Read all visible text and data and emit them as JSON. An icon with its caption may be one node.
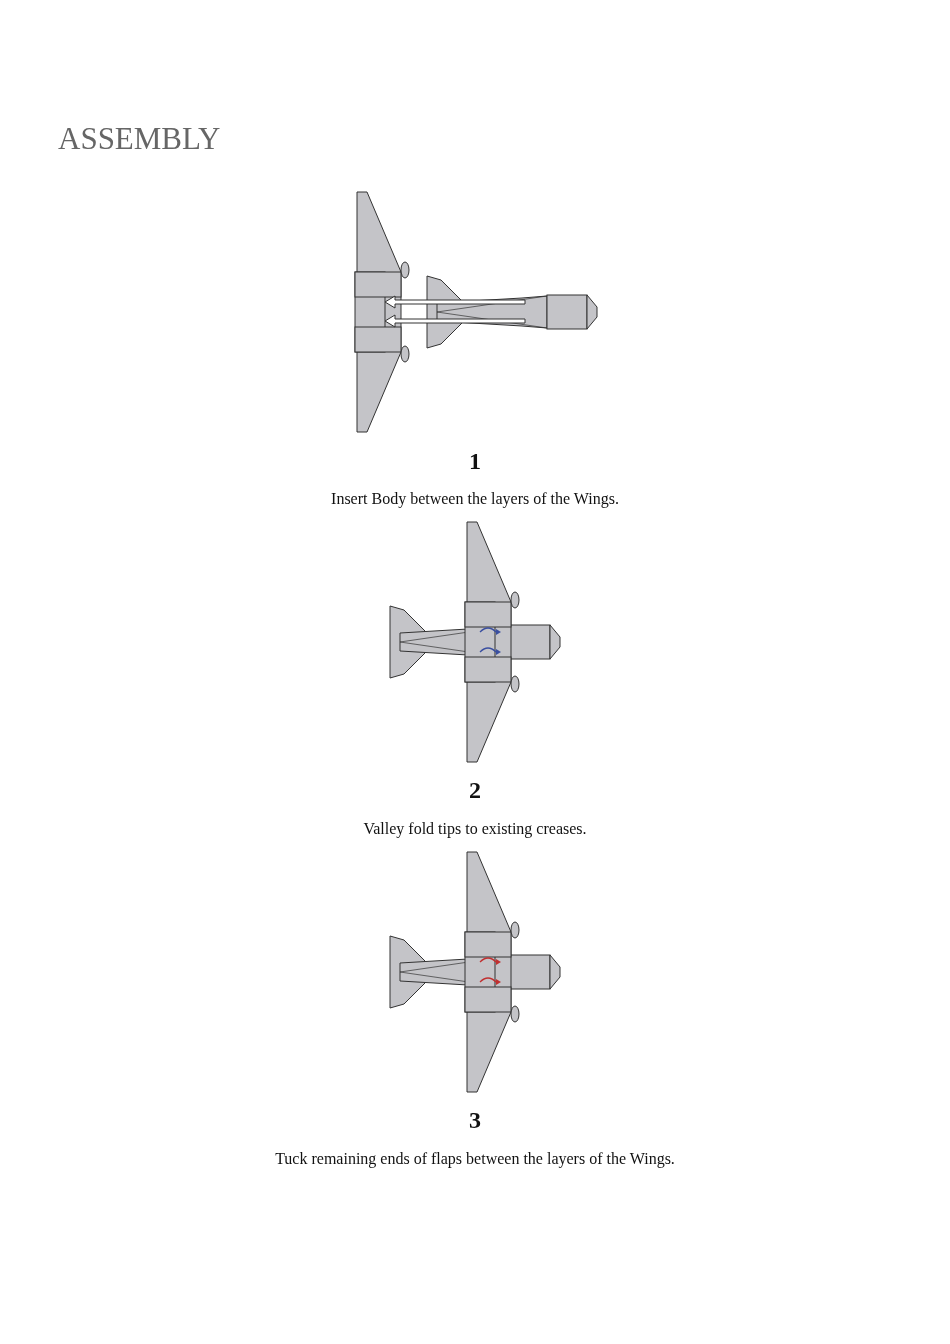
{
  "diagram": {
    "title": "ASSEMBLY",
    "labels": [
      "1",
      "Insert Body between the layers of the Wings.",
      "2",
      "Valley fold tips to existing creases.",
      "3",
      "Tuck remaining ends of flaps between the layers of the Wings."
    ]
  }
}
